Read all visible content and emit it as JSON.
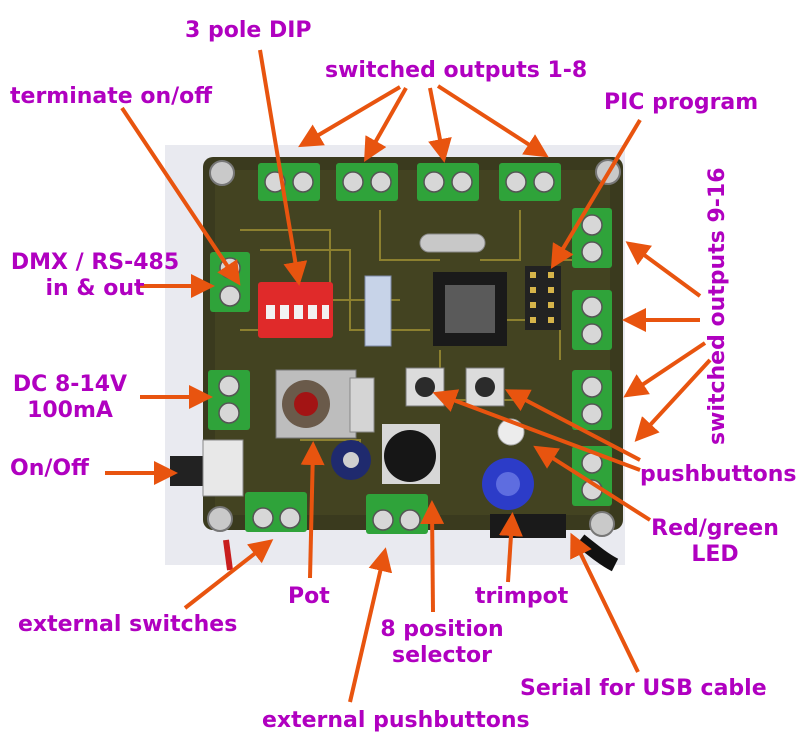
{
  "colors": {
    "label": "#b000c0",
    "arrow": "#e8540f",
    "pcb": "#3a3a1e",
    "terminal": "#2fa33a",
    "dip": "#e02a2a",
    "trimpot": "#2c3cc8"
  },
  "labels": {
    "dip": "3 pole DIP",
    "outputs_1_8": "switched outputs 1-8",
    "terminate": "terminate on/off",
    "pic": "PIC program",
    "dmx_line1": "DMX / RS-485",
    "dmx_line2": "in & out",
    "dc_line1": "DC 8-14V",
    "dc_line2": "100mA",
    "onoff": "On/Off",
    "outputs_9_16": "switched outputs 9-16",
    "pushbuttons": "pushbuttons",
    "led_line1": "Red/green",
    "led_line2": "LED",
    "pot": "Pot",
    "ext_switches": "external switches",
    "trimpot": "trimpot",
    "selector_line1": "8 position",
    "selector_line2": "selector",
    "serial": "Serial for USB cable",
    "ext_pushbuttons": "external pushbuttons"
  }
}
